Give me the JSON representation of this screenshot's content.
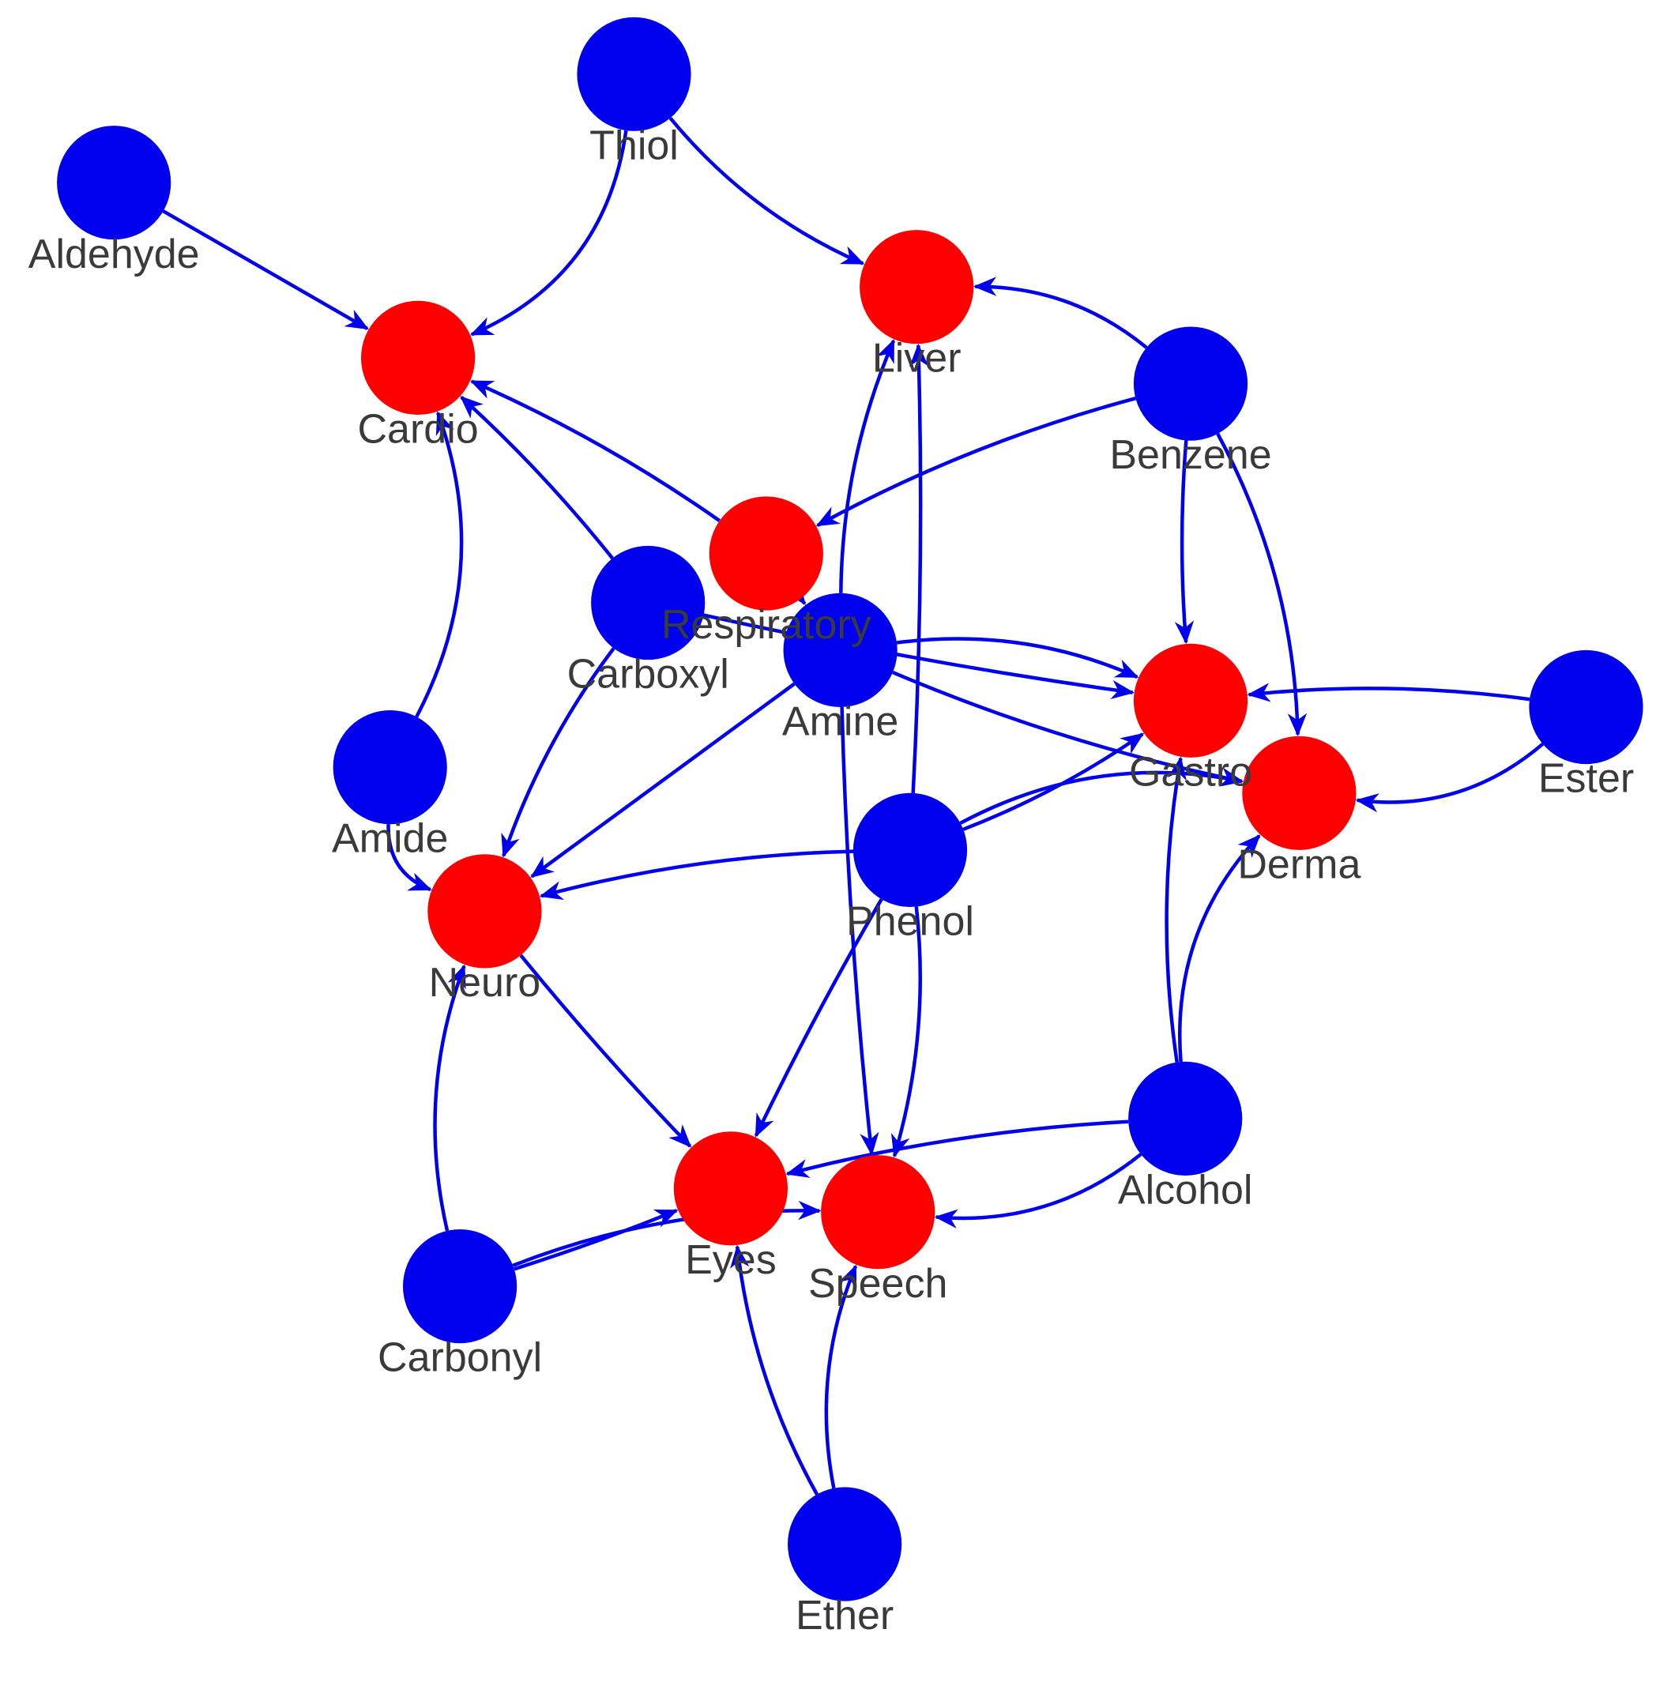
{
  "colors": {
    "edge": "#0000ee",
    "group_a": "#0000ee",
    "group_b": "#ff0000",
    "label": "#3a3a3a"
  },
  "nodes": [
    {
      "id": "thiol",
      "label": "Thiol",
      "group": "group_a"
    },
    {
      "id": "aldehyde",
      "label": "Aldehyde",
      "group": "group_a"
    },
    {
      "id": "benzene",
      "label": "Benzene",
      "group": "group_a"
    },
    {
      "id": "carboxyl",
      "label": "Carboxyl",
      "group": "group_a"
    },
    {
      "id": "amine",
      "label": "Amine",
      "group": "group_a"
    },
    {
      "id": "amide",
      "label": "Amide",
      "group": "group_a"
    },
    {
      "id": "phenol",
      "label": "Phenol",
      "group": "group_a"
    },
    {
      "id": "ester",
      "label": "Ester",
      "group": "group_a"
    },
    {
      "id": "alcohol",
      "label": "Alcohol",
      "group": "group_a"
    },
    {
      "id": "carbonyl",
      "label": "Carbonyl",
      "group": "group_a"
    },
    {
      "id": "ether",
      "label": "Ether",
      "group": "group_a"
    },
    {
      "id": "cardio",
      "label": "Cardio",
      "group": "group_b"
    },
    {
      "id": "liver",
      "label": "Liver",
      "group": "group_b"
    },
    {
      "id": "respiratory",
      "label": "Respiratory",
      "group": "group_b"
    },
    {
      "id": "gastro",
      "label": "Gastro",
      "group": "group_b"
    },
    {
      "id": "derma",
      "label": "Derma",
      "group": "group_b"
    },
    {
      "id": "neuro",
      "label": "Neuro",
      "group": "group_b"
    },
    {
      "id": "eyes",
      "label": "Eyes",
      "group": "group_b"
    },
    {
      "id": "speech",
      "label": "Speech",
      "group": "group_b"
    }
  ],
  "edges": [
    {
      "from": "aldehyde",
      "to": "cardio"
    },
    {
      "from": "thiol",
      "to": "cardio"
    },
    {
      "from": "thiol",
      "to": "liver"
    },
    {
      "from": "benzene",
      "to": "liver"
    },
    {
      "from": "benzene",
      "to": "respiratory"
    },
    {
      "from": "benzene",
      "to": "gastro"
    },
    {
      "from": "benzene",
      "to": "derma"
    },
    {
      "from": "respiratory",
      "to": "cardio"
    },
    {
      "from": "respiratory",
      "to": "amine"
    },
    {
      "from": "carboxyl",
      "to": "cardio"
    },
    {
      "from": "carboxyl",
      "to": "neuro"
    },
    {
      "from": "carboxyl",
      "to": "gastro"
    },
    {
      "from": "amine",
      "to": "liver"
    },
    {
      "from": "amine",
      "to": "gastro"
    },
    {
      "from": "amine",
      "to": "derma"
    },
    {
      "from": "amine",
      "to": "neuro"
    },
    {
      "from": "amine",
      "to": "speech"
    },
    {
      "from": "amide",
      "to": "cardio"
    },
    {
      "from": "amide",
      "to": "neuro"
    },
    {
      "from": "phenol",
      "to": "liver"
    },
    {
      "from": "phenol",
      "to": "gastro"
    },
    {
      "from": "phenol",
      "to": "derma"
    },
    {
      "from": "phenol",
      "to": "neuro"
    },
    {
      "from": "phenol",
      "to": "eyes"
    },
    {
      "from": "phenol",
      "to": "speech"
    },
    {
      "from": "ester",
      "to": "gastro"
    },
    {
      "from": "ester",
      "to": "derma"
    },
    {
      "from": "alcohol",
      "to": "gastro"
    },
    {
      "from": "alcohol",
      "to": "derma"
    },
    {
      "from": "alcohol",
      "to": "eyes"
    },
    {
      "from": "alcohol",
      "to": "speech"
    },
    {
      "from": "neuro",
      "to": "eyes"
    },
    {
      "from": "carbonyl",
      "to": "neuro"
    },
    {
      "from": "carbonyl",
      "to": "eyes"
    },
    {
      "from": "carbonyl",
      "to": "speech"
    },
    {
      "from": "ether",
      "to": "eyes"
    },
    {
      "from": "ether",
      "to": "speech"
    }
  ]
}
